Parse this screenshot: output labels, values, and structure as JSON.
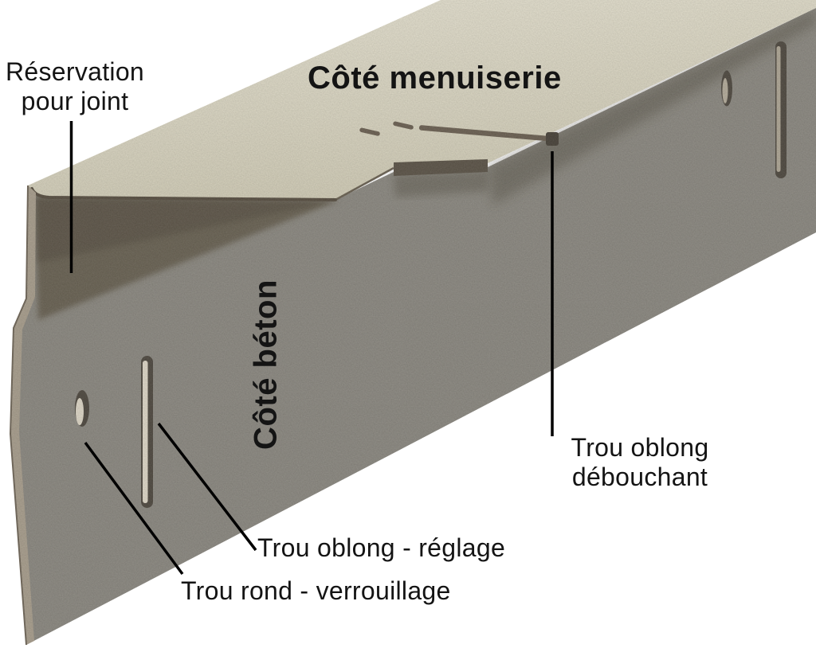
{
  "labels": {
    "reservation": {
      "line1": "Réservation",
      "line2": "pour joint"
    },
    "cote_menuiserie": "Côté menuiserie",
    "cote_beton": "Côté béton",
    "trou_oblong_debouchant": {
      "line1": "Trou oblong",
      "line2": "débouchant"
    },
    "trou_oblong_reglage": "Trou oblong - réglage",
    "trou_rond_verrouillage": "Trou rond - verrouillage"
  },
  "colors": {
    "background": "#ffffff",
    "top_face_light": "#e6e2d1",
    "top_face_dark": "#cfcab4",
    "concrete_face": "#8b8880",
    "shadow_fold": "#696253",
    "edge_brown": "#584f42",
    "step_brown": "#5c5448",
    "end_strip": "#a89e8d",
    "top_slot": "#6b6052",
    "hole_dark": "#4f4940",
    "hole_highlight": "#ddd6c6",
    "leader_line": "#000000",
    "text": "#141414"
  }
}
